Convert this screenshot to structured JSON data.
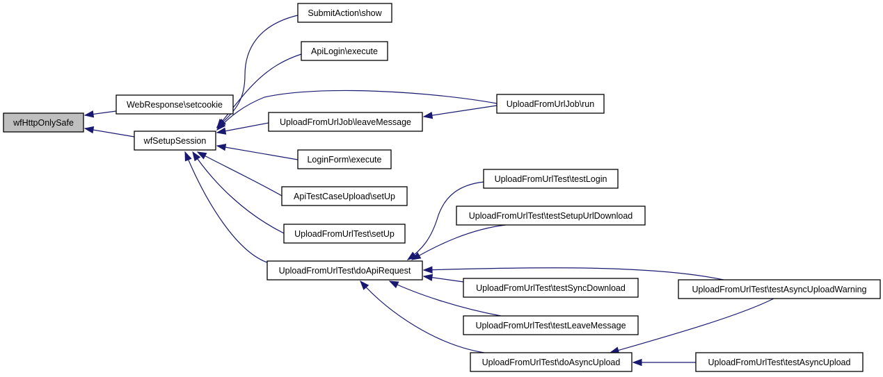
{
  "colors": {
    "edge": "#191970",
    "node_border": "#000000",
    "node_fill": "#ffffff",
    "root_fill": "#bfbfbf",
    "background": "#ffffff"
  },
  "nodes": [
    {
      "id": "root",
      "label": "wfHttpOnlySafe",
      "highlight": true
    },
    {
      "id": "webresponse",
      "label": "WebResponse\\setcookie"
    },
    {
      "id": "setupsession",
      "label": "wfSetupSession"
    },
    {
      "id": "submitaction",
      "label": "SubmitAction\\show"
    },
    {
      "id": "apilogin",
      "label": "ApiLogin\\execute"
    },
    {
      "id": "leavemessage",
      "label": "UploadFromUrlJob\\leaveMessage"
    },
    {
      "id": "jobrun",
      "label": "UploadFromUrlJob\\run"
    },
    {
      "id": "loginform",
      "label": "LoginForm\\execute"
    },
    {
      "id": "apitestcase",
      "label": "ApiTestCaseUpload\\setUp"
    },
    {
      "id": "testsetup",
      "label": "UploadFromUrlTest\\setUp"
    },
    {
      "id": "doapi",
      "label": "UploadFromUrlTest\\doApiRequest"
    },
    {
      "id": "testlogin",
      "label": "UploadFromUrlTest\\testLogin"
    },
    {
      "id": "testsetupurl",
      "label": "UploadFromUrlTest\\testSetupUrlDownload"
    },
    {
      "id": "testsync",
      "label": "UploadFromUrlTest\\testSyncDownload"
    },
    {
      "id": "testleave",
      "label": "UploadFromUrlTest\\testLeaveMessage"
    },
    {
      "id": "doasync",
      "label": "UploadFromUrlTest\\doAsyncUpload"
    },
    {
      "id": "testasyncwarn",
      "label": "UploadFromUrlTest\\testAsyncUploadWarning"
    },
    {
      "id": "testasync",
      "label": "UploadFromUrlTest\\testAsyncUpload"
    }
  ],
  "edges": [
    {
      "from": "webresponse",
      "to": "root"
    },
    {
      "from": "setupsession",
      "to": "root"
    },
    {
      "from": "submitaction",
      "to": "setupsession"
    },
    {
      "from": "apilogin",
      "to": "setupsession"
    },
    {
      "from": "jobrun",
      "to": "setupsession"
    },
    {
      "from": "leavemessage",
      "to": "setupsession"
    },
    {
      "from": "loginform",
      "to": "setupsession"
    },
    {
      "from": "apitestcase",
      "to": "setupsession"
    },
    {
      "from": "testsetup",
      "to": "setupsession"
    },
    {
      "from": "doapi",
      "to": "setupsession"
    },
    {
      "from": "jobrun",
      "to": "leavemessage"
    },
    {
      "from": "testlogin",
      "to": "doapi"
    },
    {
      "from": "testsetupurl",
      "to": "doapi"
    },
    {
      "from": "testasyncwarn",
      "to": "doapi"
    },
    {
      "from": "testsync",
      "to": "doapi"
    },
    {
      "from": "testleave",
      "to": "doapi"
    },
    {
      "from": "doasync",
      "to": "doapi"
    },
    {
      "from": "testasyncwarn",
      "to": "doasync"
    },
    {
      "from": "testasync",
      "to": "doasync"
    }
  ]
}
